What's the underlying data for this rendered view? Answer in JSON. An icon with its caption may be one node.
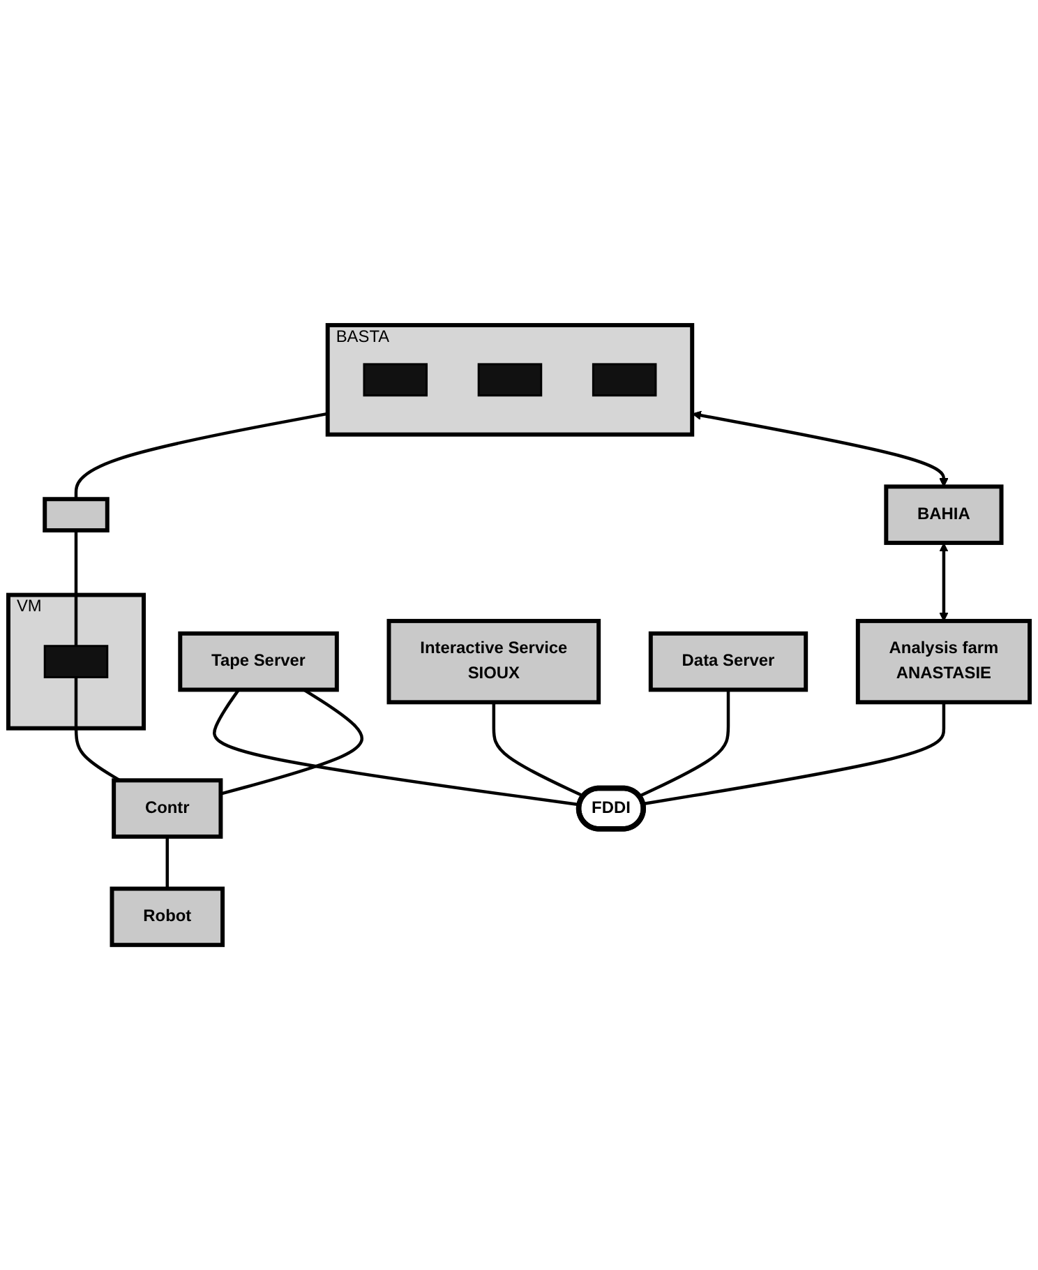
{
  "diagram": {
    "nodes": [
      {
        "text": [
          "BASTA"
        ]
      },
      {
        "text": [],
        "shape": "box",
        "in": 0
      },
      {
        "text": [],
        "shape": "box",
        "in": 0
      },
      {
        "text": [],
        "shape": "box",
        "in": 0
      },
      {
        "text": [],
        "shape": "box"
      },
      {
        "text": [
          "VM"
        ]
      },
      {
        "text": [],
        "shape": "box",
        "in": 5
      },
      {
        "text": [
          "BAHIA"
        ]
      },
      {
        "text": [
          "FDDI"
        ]
      },
      {
        "text": [
          "Analysis farm",
          "ANASTASIE"
        ]
      },
      {
        "text": [
          "Tape Server"
        ]
      },
      {
        "text": [
          "Contr"
        ]
      },
      {
        "text": [
          "Interactive Service",
          "SIOUX"
        ]
      },
      {
        "text": [
          "Data Server"
        ]
      },
      {
        "text": [
          "Robot"
        ]
      }
    ],
    "edges": [
      {
        "from": 0,
        "to": 4,
        "arrow": "none"
      },
      {
        "from": 4,
        "to": 6,
        "arrow": "none"
      },
      {
        "from": 6,
        "to": 11,
        "arrow": "none"
      },
      {
        "from": 0,
        "to": 7,
        "arrow": "both"
      },
      {
        "from": 7,
        "to": 9,
        "arrow": "both"
      },
      {
        "from": 9,
        "to": 8,
        "arrow": "none"
      },
      {
        "from": 12,
        "to": 8,
        "arrow": "none"
      },
      {
        "from": 13,
        "to": 8,
        "arrow": "none"
      },
      {
        "from": 10,
        "to": 8,
        "arrow": "none"
      },
      {
        "from": 10,
        "to": 11,
        "arrow": "none"
      },
      {
        "from": 11,
        "to": 14,
        "arrow": "none"
      }
    ]
  }
}
